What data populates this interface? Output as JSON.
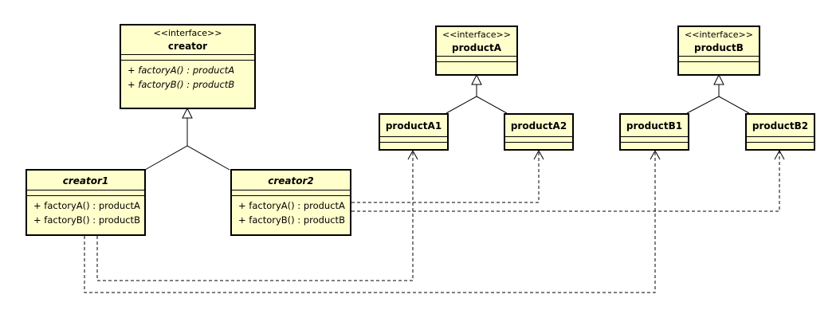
{
  "colors": {
    "class_fill": "#ffffcc",
    "line": "#000000",
    "background": "#ffffff"
  },
  "classes": {
    "creator": {
      "stereotype": "<<interface>>",
      "name": "creator",
      "operations": [
        "+ factoryA() : productA",
        "+ factoryB() : productB"
      ]
    },
    "productA": {
      "stereotype": "<<interface>>",
      "name": "productA"
    },
    "productB": {
      "stereotype": "<<interface>>",
      "name": "productB"
    },
    "creator1": {
      "name": "creator1",
      "operations": [
        "+ factoryA() : productA",
        "+ factoryB() : productB"
      ]
    },
    "creator2": {
      "name": "creator2",
      "operations": [
        "+ factoryA() : productA",
        "+ factoryB() : productB"
      ]
    },
    "productA1": {
      "name": "productA1"
    },
    "productA2": {
      "name": "productA2"
    },
    "productB1": {
      "name": "productB1"
    },
    "productB2": {
      "name": "productB2"
    }
  },
  "relations": [
    {
      "type": "realization",
      "from": "creator1",
      "to": "creator"
    },
    {
      "type": "realization",
      "from": "creator2",
      "to": "creator"
    },
    {
      "type": "realization",
      "from": "productA1",
      "to": "productA"
    },
    {
      "type": "realization",
      "from": "productA2",
      "to": "productA"
    },
    {
      "type": "realization",
      "from": "productB1",
      "to": "productB"
    },
    {
      "type": "realization",
      "from": "productB2",
      "to": "productB"
    },
    {
      "type": "dependency",
      "from": "creator1",
      "to": "productA1"
    },
    {
      "type": "dependency",
      "from": "creator1",
      "to": "productB1"
    },
    {
      "type": "dependency",
      "from": "creator2",
      "to": "productA2"
    },
    {
      "type": "dependency",
      "from": "creator2",
      "to": "productB2"
    }
  ]
}
